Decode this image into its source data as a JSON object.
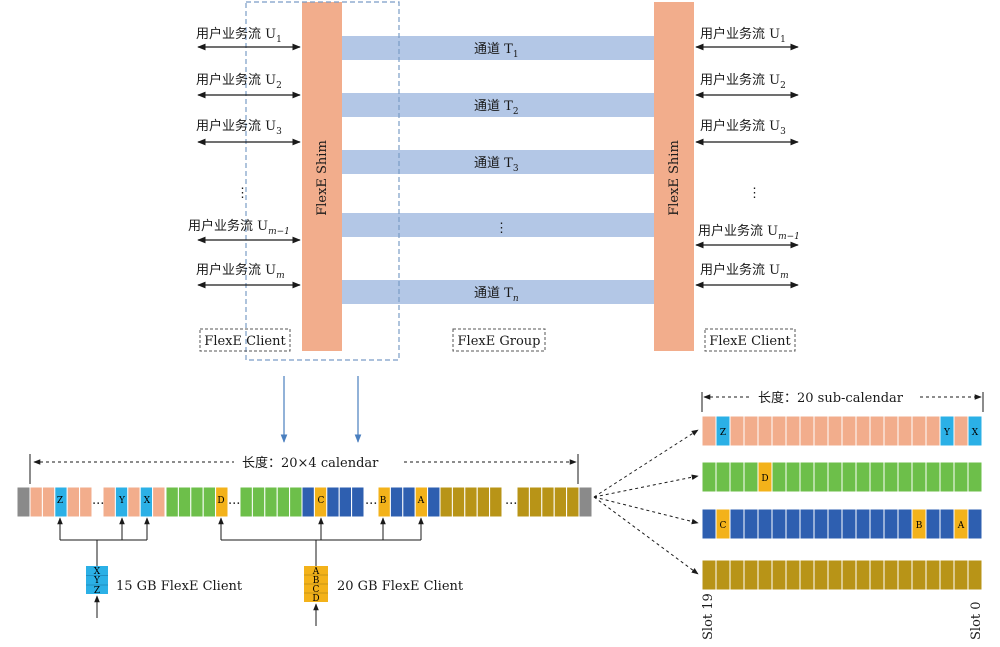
{
  "colors": {
    "salmon": "#f2ad8c",
    "sky": "#2bb0e6",
    "green": "#6dbf4a",
    "blue": "#2e5fb0",
    "gold": "#b89417",
    "yellow": "#f3b21a",
    "gray": "#8a8a8a",
    "tunnel": "#b3c7e6",
    "dashed_box": "#7a9cc6",
    "arrow_blue": "#4a7fbf"
  },
  "top": {
    "left_streams": [
      {
        "base": "用户业务流 U",
        "sub": "1"
      },
      {
        "base": "用户业务流 U",
        "sub": "2"
      },
      {
        "base": "用户业务流 U",
        "sub": "3"
      },
      {
        "base": "用户业务流 U",
        "sub": "m−1"
      },
      {
        "base": "用户业务流 U",
        "sub": "m"
      }
    ],
    "right_streams": [
      {
        "base": "用户业务流 U",
        "sub": "1"
      },
      {
        "base": "用户业务流 U",
        "sub": "2"
      },
      {
        "base": "用户业务流 U",
        "sub": "3"
      },
      {
        "base": "用户业务流 U",
        "sub": "m−1"
      },
      {
        "base": "用户业务流 U",
        "sub": "m"
      }
    ],
    "tunnels": [
      {
        "base": "通道 T",
        "sub": "1"
      },
      {
        "base": "通道 T",
        "sub": "2"
      },
      {
        "base": "通道 T",
        "sub": "3"
      },
      {
        "base": "",
        "sub": ""
      },
      {
        "base": "通道 T",
        "sub": "n"
      }
    ],
    "ellipsis": "⋮",
    "shim_label": "FlexE Shim",
    "client_label": "FlexE Client",
    "group_label": "FlexE Group"
  },
  "calendar": {
    "length_label": "长度：20×4 calendar",
    "ellipsis": "...",
    "slot_letters": {
      "Z": "Z",
      "Y": "Y",
      "X": "X",
      "D": "D",
      "C": "C",
      "B": "B",
      "A": "A"
    },
    "client15_label": "15 GB  FlexE Client",
    "client20_label": "20 GB  FlexE Client",
    "client15_stack": [
      "X",
      "Y",
      "Z"
    ],
    "client20_stack": [
      "A",
      "B",
      "C",
      "D"
    ]
  },
  "sub_calendar": {
    "length_label": "长度：20 sub-calendar",
    "slot19_label": "Slot 19",
    "slot0_label": "Slot 0",
    "rows": [
      {
        "color": "salmon",
        "marks": [
          {
            "index": 1,
            "letter": "Z",
            "color": "sky"
          },
          {
            "index": 17,
            "letter": "Y",
            "color": "sky"
          },
          {
            "index": 19,
            "letter": "X",
            "color": "sky"
          }
        ]
      },
      {
        "color": "green",
        "marks": [
          {
            "index": 4,
            "letter": "D",
            "color": "yellow"
          }
        ]
      },
      {
        "color": "blue",
        "marks": [
          {
            "index": 1,
            "letter": "C",
            "color": "yellow"
          },
          {
            "index": 15,
            "letter": "B",
            "color": "yellow"
          },
          {
            "index": 18,
            "letter": "A",
            "color": "yellow"
          }
        ]
      },
      {
        "color": "gold",
        "marks": []
      }
    ]
  }
}
